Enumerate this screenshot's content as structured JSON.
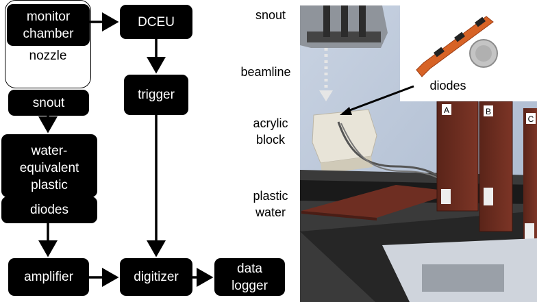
{
  "diagram": {
    "nodes": {
      "monitor_chamber": "monitor\nchamber",
      "nozzle": "nozzle",
      "dceu": "DCEU",
      "trigger": "trigger",
      "snout": "snout",
      "water_equivalent_plastic": "water-\nequivalent\nplastic",
      "diodes": "diodes",
      "amplifier": "amplifier",
      "digitizer": "digitizer",
      "data_logger": "data\nlogger"
    }
  },
  "photo": {
    "labels": {
      "snout": "snout",
      "beamline": "beamline",
      "acrylic_block": "acrylic\nblock",
      "plastic_water": "plastic\nwater",
      "diodes": "diodes"
    },
    "slab_letters": [
      "A",
      "B",
      "C"
    ],
    "colors": {
      "background": "#b9c6d8",
      "slab": "#6e2e22",
      "table": "#1a1a1a",
      "acrylic": "#e8e4d8",
      "beam_arrow": "#dddddd"
    }
  }
}
